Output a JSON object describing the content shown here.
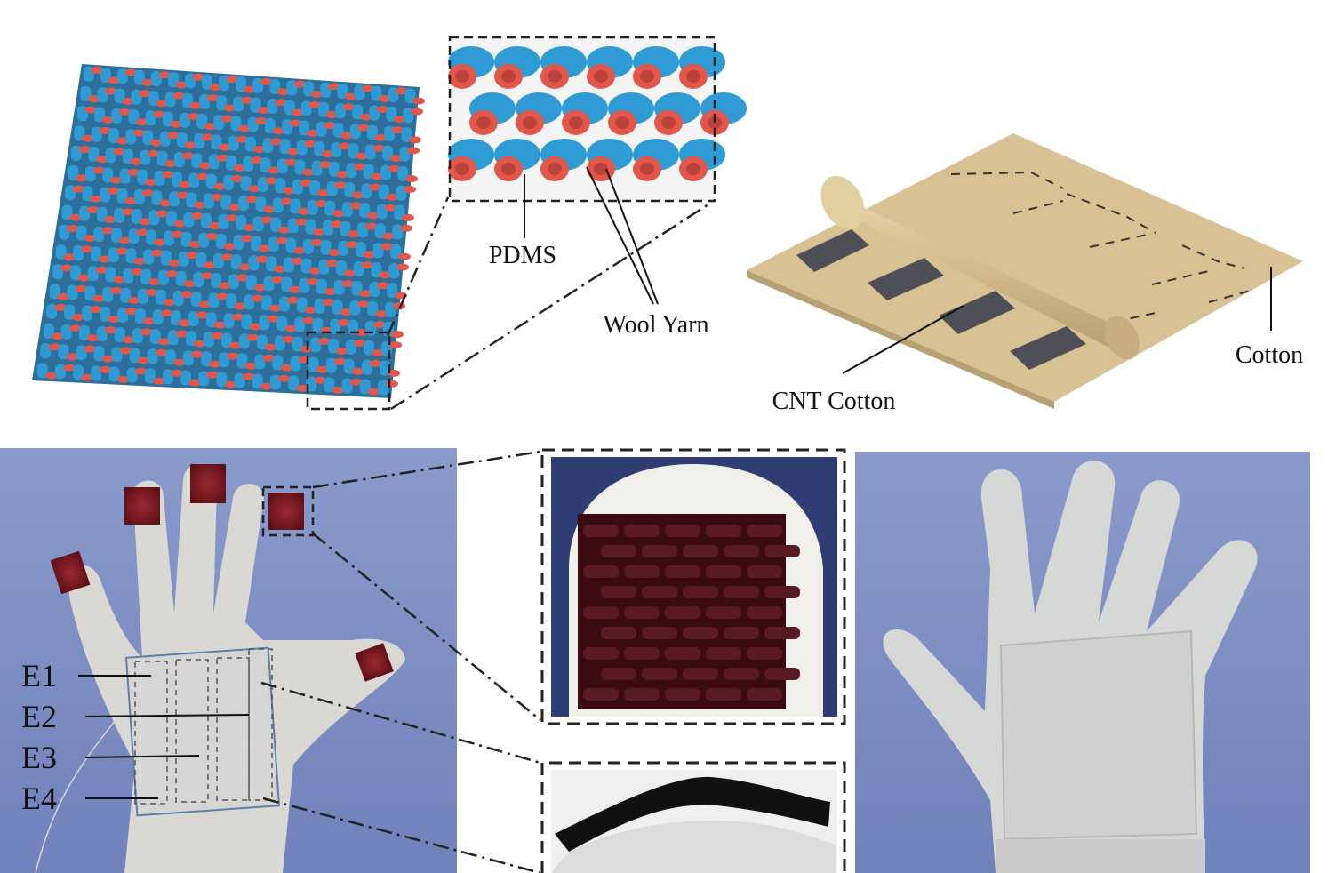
{
  "labels": {
    "pdms": "PDMS",
    "wool_yarn": "Wool Yarn",
    "cnt_cotton": "CNT Cotton",
    "cotton": "Cotton",
    "electrodes": [
      "E1",
      "E2",
      "E3",
      "E4"
    ]
  },
  "colors": {
    "wool_blue": "#2f9bd4",
    "wool_red": "#e3574a",
    "cotton_tan": "#d8c193",
    "cnt_gray": "#4e4f57",
    "photo_bg": "#7d8fc2",
    "glove_white": "#dad8d2",
    "fingertip_red": "#7a1a20"
  }
}
